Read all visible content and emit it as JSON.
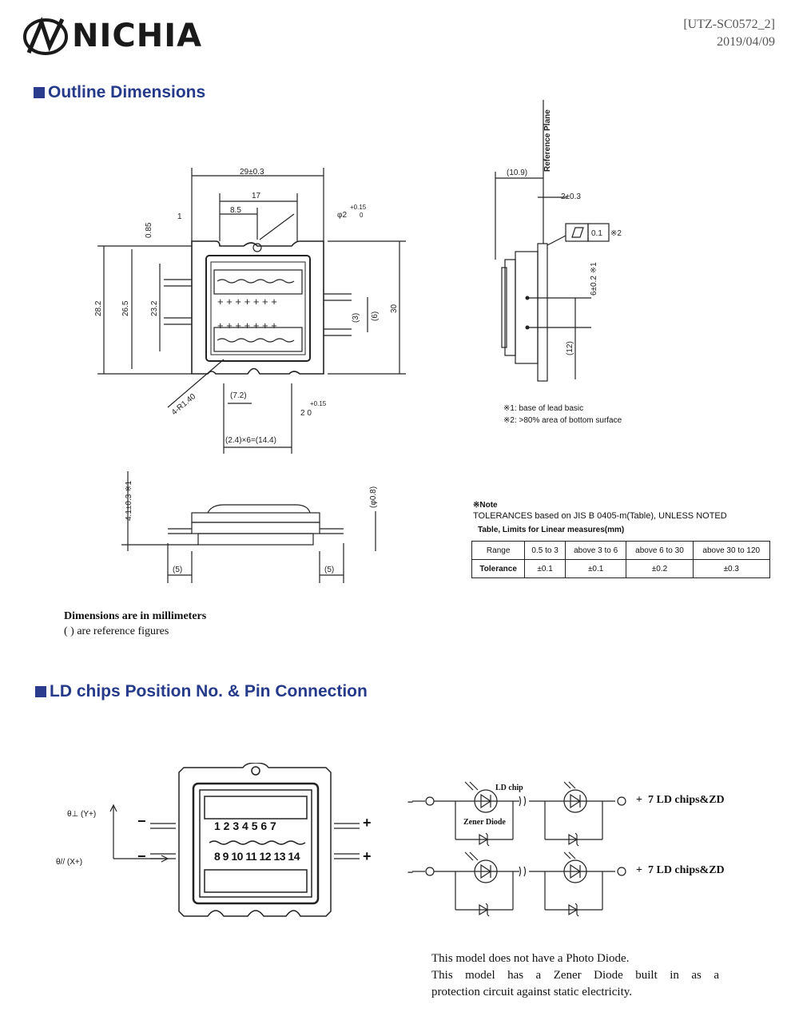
{
  "header": {
    "logo_text": "NICHIA",
    "doc_code": "[UTZ-SC0572_2]",
    "date": "2019/04/09"
  },
  "colors": {
    "section_title": "#253a8a",
    "section_square": "#2b3c8f",
    "line": "#222222"
  },
  "outline": {
    "title": "Outline Dimensions",
    "top_view_dims": {
      "width": "29±0.3",
      "inner": "17",
      "half": "8.5",
      "lead": "1",
      "t085": "0.85",
      "hole_top_dia": "φ2",
      "hole_tol_plus": "+0.15",
      "hole_tol_zero": "0",
      "h282": "28.2",
      "h265": "26.5",
      "h232": "23.2",
      "h3": "(3)",
      "h6": "(6)",
      "h30": "30",
      "radius": "4-R1.40",
      "d72": "(7.2)",
      "bottom_tol_plus": "+0.15",
      "bottom_tol_zero": "2 0",
      "pitch": "(2.4)×6=(14.4)"
    },
    "side_view_dims": {
      "d109": "(10.9)",
      "d2": "2±0.3",
      "ref_plane": "Reference Plane",
      "flatness": "0.1",
      "flat_note": "※2",
      "d6": "6±0.2 ※1",
      "d12": "(12)"
    },
    "footnotes": [
      "※1: base of lead basic",
      "※2: >80% area of bottom surface"
    ],
    "front_view_dims": {
      "height": "4.1±0.3 ※1",
      "pin_dia": "(φ0.8)",
      "left5": "(5)",
      "right5": "(5)"
    },
    "note": {
      "heading": "※Note",
      "line": "TOLERANCES based on JIS B 0405-m(Table), UNLESS NOTED",
      "table_title": "Table, Limits for Linear measures(mm)",
      "headers": [
        "Range",
        "0.5 to 3",
        "above 3 to 6",
        "above 6 to 30",
        "above 30 to 120"
      ],
      "row": [
        "Tolerance",
        "±0.1",
        "±0.1",
        "±0.2",
        "±0.3"
      ]
    },
    "units_line1": "Dimensions are in millimeters",
    "units_line2": "( ) are reference figures"
  },
  "pin": {
    "title": "LD chips Position No. & Pin Connection",
    "row1": "1 2 3 4 5 6 7",
    "row2": "8 9 10 11 12 13 14",
    "axis_y": "θ⊥ (Y+)",
    "axis_x": "θ// (X+)",
    "minus": "−",
    "plus": "+",
    "ld_chip": "LD chip",
    "zener": "Zener Diode",
    "circuit_label": "7 LD chips&ZD",
    "note1": "This model does not have a Photo Diode.",
    "note2": "This model has a Zener Diode built in as a",
    "note3": "protection circuit against static electricity."
  }
}
